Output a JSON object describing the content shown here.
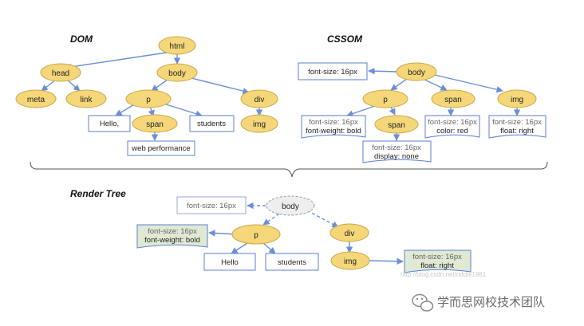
{
  "dom": {
    "title": "DOM",
    "nodes": {
      "html": "html",
      "head": "head",
      "body": "body",
      "meta": "meta",
      "link": "link",
      "p": "p",
      "div": "div",
      "span": "span",
      "img": "img"
    },
    "text_nodes": {
      "hello": "Hello,",
      "students": "students",
      "web_performance": "web performance"
    }
  },
  "cssom": {
    "title": "CSSOM",
    "nodes": {
      "body": "body",
      "p": "p",
      "span": "span",
      "img": "img",
      "p_span": "span"
    },
    "styles": {
      "body": "font-size: 16px",
      "p": [
        "font-size: 16px",
        "font-weight: bold"
      ],
      "p_span": [
        "font-size: 16px",
        "display: none"
      ],
      "span": [
        "font-size: 16px",
        "color: red"
      ],
      "img": [
        "font-size: 16px",
        "float: right"
      ]
    }
  },
  "render_tree": {
    "title": "Render Tree",
    "nodes": {
      "body": "body",
      "p": "p",
      "div": "div",
      "img": "img"
    },
    "styles": {
      "body": "font-size: 16px",
      "p": [
        "font-size: 16px",
        "font-weight: bold"
      ],
      "img": [
        "font-size: 16px",
        "float: right"
      ]
    },
    "text_nodes": {
      "hello": "Hello",
      "students": "students"
    }
  },
  "watermark": "http://blog.csdn.net/riddle1981",
  "footer": {
    "icon": "wechat-icon",
    "text": "学而思网校技术团队"
  },
  "colors": {
    "node_fill": "#f5d77a",
    "node_stroke": "#c8a84a",
    "box_stroke": "#5b7fd6",
    "line": "#6b8fd8",
    "green_box": "#dfe9d3"
  }
}
